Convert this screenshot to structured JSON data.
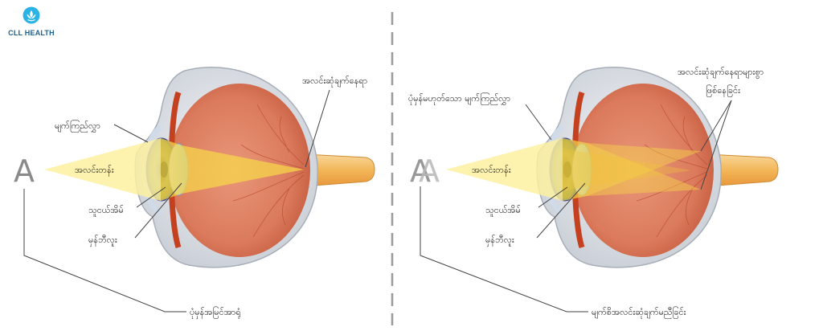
{
  "brand": {
    "name": "CLL HEALTH",
    "logo_icon": "lotus-icon",
    "color": "#2bb3e6"
  },
  "left_diagram": {
    "letter": "A",
    "labels": {
      "retina": "အလင်းဆုံချက်နေရာ",
      "cornea": "မျက်ကြည်လွှာ",
      "light": "အလင်းတန်း",
      "pupil": "သူငယ်အိမ်",
      "lens": "မှန်ဘီလူး",
      "caption": "ပုံမှန်အမြင်အာရုံ"
    }
  },
  "right_diagram": {
    "letter": "A",
    "labels": {
      "retina": "အလင်းဆုံချက်နေရာများစွာ",
      "retina_line2": "ဖြစ်နေခြင်း",
      "cornea": "ပုံမှန်မဟုတ်သော မျက်ကြည်လွှာ",
      "light": "အလင်းတန်း",
      "pupil": "သူငယ်အိမ်",
      "lens": "မှန်ဘီလူး",
      "caption": "မျက်စိအလင်းဆုံချက်မညီခြင်း"
    }
  }
}
